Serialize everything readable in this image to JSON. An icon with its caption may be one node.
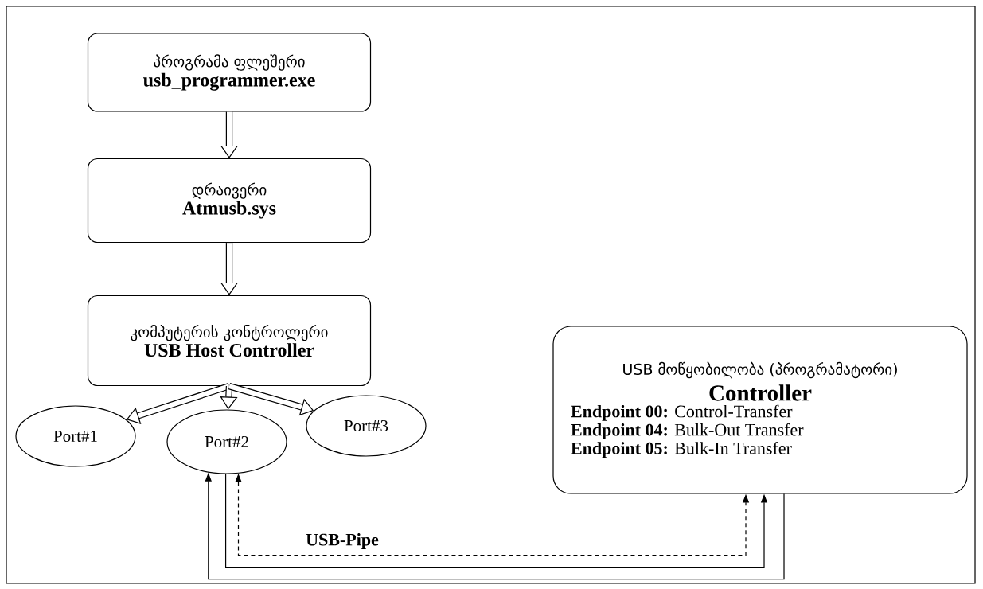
{
  "diagram": {
    "nodes": [
      {
        "text": [
          "პროგრამა ფლეშერი",
          "usb_programmer.exe"
        ]
      },
      {
        "text": [
          "დრაივერი",
          "Atmusb.sys"
        ]
      },
      {
        "text": [
          "კომპუტერის კონტროლერი",
          "USB Host Controller"
        ]
      },
      {
        "text": [
          "Port#1"
        ]
      },
      {
        "text": [
          "Port#2"
        ]
      },
      {
        "text": [
          "Port#3"
        ]
      },
      {
        "text": [
          "USB მოწყობილობა (პროგრამატორი)",
          "Controller",
          "**Endpoint 00:** Control-Transfer",
          "**Endpoint 04:** Bulk-Out Transfer",
          "**Endpoint 05:** Bulk-In Transfer"
        ]
      }
    ],
    "edges": [
      {
        "from": 0,
        "to": 1,
        "arrow": "to"
      },
      {
        "from": 1,
        "to": 2,
        "arrow": "to"
      },
      {
        "from": 2,
        "to": 3,
        "arrow": "to"
      },
      {
        "from": 2,
        "to": 4,
        "arrow": "to"
      },
      {
        "from": 2,
        "to": 5,
        "arrow": "to"
      },
      {
        "from": 6,
        "to": 4,
        "arrow": "to"
      },
      {
        "from": 4,
        "to": 6,
        "arrow": "both",
        "style": "dashed",
        "label": "USB-Pipe"
      },
      {
        "from": 4,
        "to": 6,
        "arrow": "to"
      }
    ]
  }
}
